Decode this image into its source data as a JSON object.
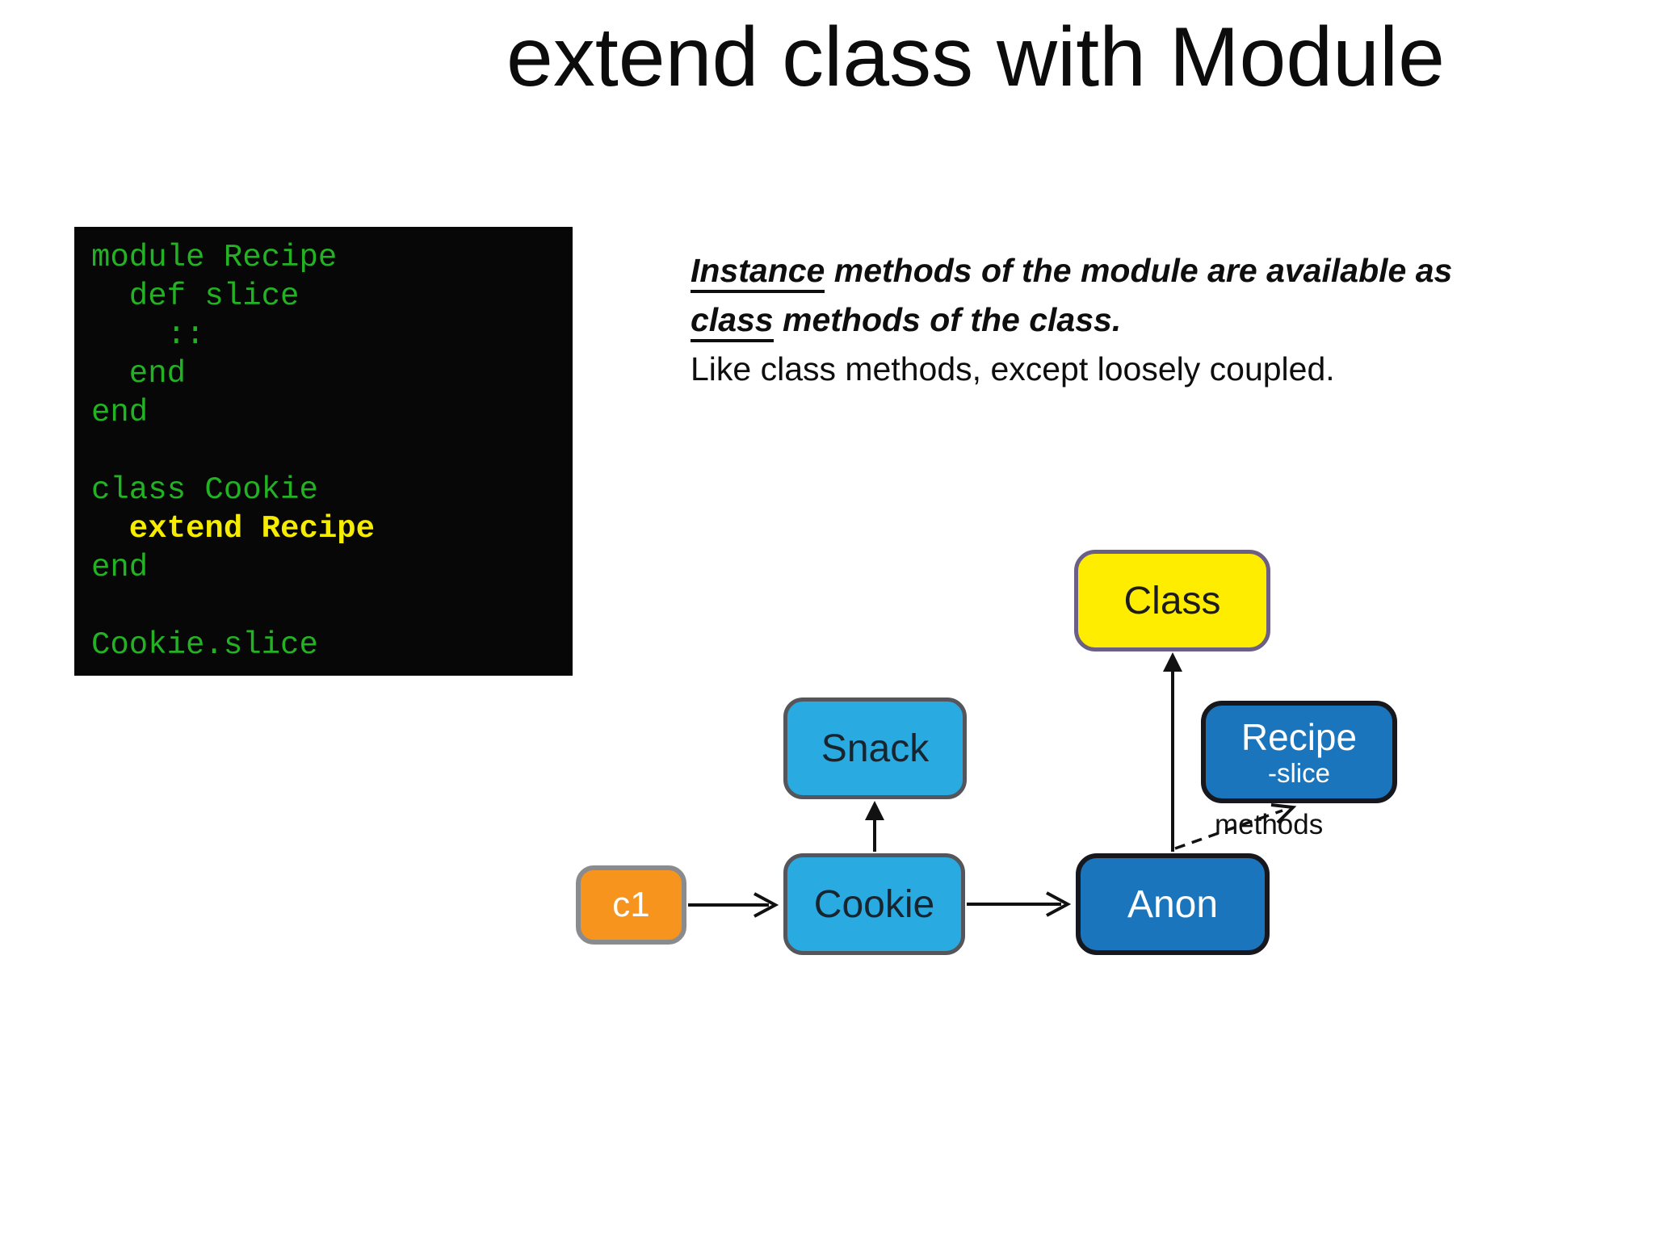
{
  "title": "extend class with Module",
  "code_panel": {
    "colors": {
      "background": "#070707",
      "green": "#23b223",
      "yellow": "#f5ec00"
    },
    "lines": [
      {
        "text": "module Recipe",
        "style": "green"
      },
      {
        "text": "  def slice",
        "style": "green"
      },
      {
        "text": "    ::",
        "style": "green"
      },
      {
        "text": "  end",
        "style": "green"
      },
      {
        "text": "end",
        "style": "green"
      },
      {
        "text": "",
        "style": "green"
      },
      {
        "text": "class Cookie",
        "style": "green"
      },
      {
        "text": "  extend Recipe",
        "style": "yellow"
      },
      {
        "text": "end",
        "style": "green"
      },
      {
        "text": "",
        "style": "green"
      },
      {
        "text": "Cookie.slice",
        "style": "green"
      }
    ]
  },
  "note": {
    "line1_underlined": "Instance",
    "line1_rest": " methods of the module are available as",
    "line2_underlined": "class",
    "line2_rest": " methods of the class.",
    "line3": "Like class methods, except loosely coupled."
  },
  "diagram": {
    "edge_label": "methods",
    "arrow_color": "#111111",
    "boxes": {
      "class": {
        "label": "Class",
        "fill": "#ffed00",
        "border": "#6c5f85"
      },
      "snack": {
        "label": "Snack",
        "fill": "#29abe2",
        "border": "#55565c"
      },
      "cookie": {
        "label": "Cookie",
        "fill": "#29abe2",
        "border": "#55565c"
      },
      "c1": {
        "label": "c1",
        "fill": "#f7941e",
        "border": "#8a8b8e"
      },
      "anon": {
        "label": "Anon",
        "fill": "#1b75bc",
        "border": "#17181d"
      },
      "recipe": {
        "label": "Recipe",
        "sublabel": "-slice",
        "fill": "#1b75bc",
        "border": "#17181d"
      }
    }
  }
}
